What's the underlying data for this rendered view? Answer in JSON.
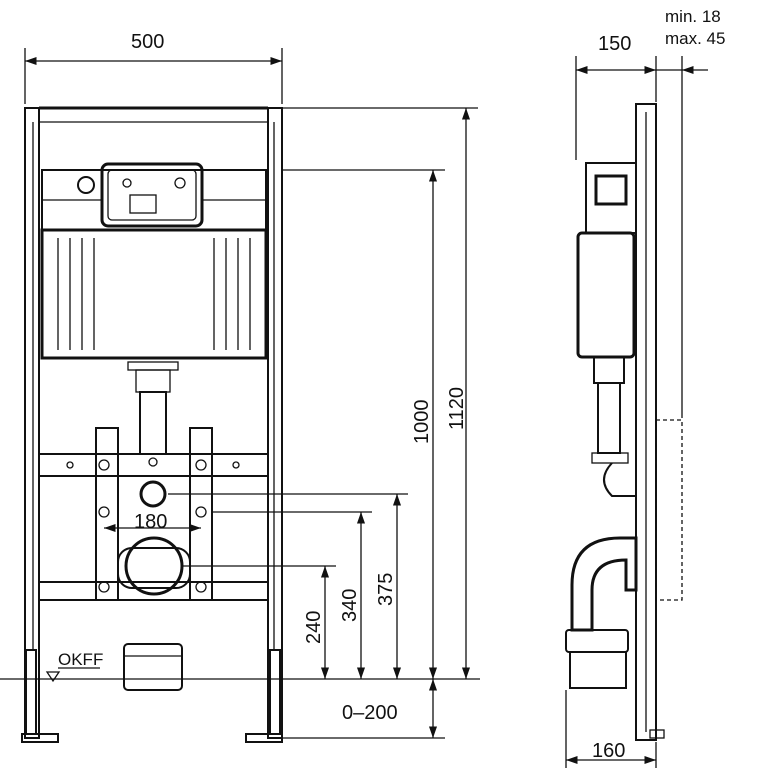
{
  "front_view": {
    "width_label": "500",
    "axis_spacing_label": "180",
    "height_1120_label": "1120",
    "height_1000_label": "1000",
    "height_375_label": "375",
    "height_340_label": "340",
    "height_240_label": "240",
    "adjust_range_label": "0–200",
    "floor_label": "OKFF"
  },
  "side_view": {
    "depth_label": "150",
    "wall_min_label": "min. 18",
    "wall_max_label": "max. 45",
    "outlet_depth_label": "160"
  }
}
